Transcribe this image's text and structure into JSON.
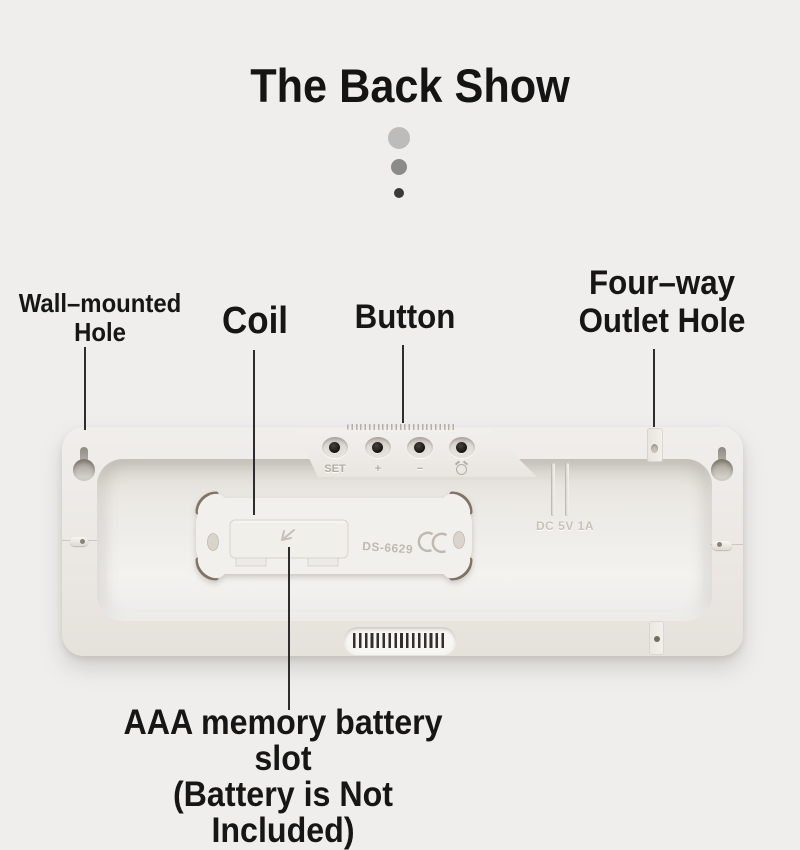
{
  "title": "The Back Show",
  "divider_dots": {
    "colors": [
      "#bcbcbc",
      "#8b8b8b",
      "#3a3a3a"
    ]
  },
  "callouts": {
    "wall_mounted_hole": {
      "line1": "Wall–mounted",
      "line2": "Hole"
    },
    "coil": {
      "label": "Coil"
    },
    "button": {
      "label": "Button"
    },
    "four_way_outlet_hole": {
      "line1": "Four–way",
      "line2": "Outlet Hole"
    },
    "battery_slot": {
      "line1": "AAA memory battery slot",
      "line2": "(Battery is Not Included)"
    }
  },
  "device": {
    "button_labels": {
      "set": "SET",
      "plus": "+",
      "minus": "−"
    },
    "engraved": {
      "model": "DS-6629",
      "ce": "CE",
      "power": "DC 5V 1A"
    },
    "icons": {
      "alarm_button": "alarm-clock-icon",
      "ce_mark": "ce-certification-icon",
      "battery_door_arrow": "open-arrow-icon",
      "wall_mount_holes": "keyhole-icon",
      "speaker": "vent-slats-icon"
    }
  },
  "colors": {
    "background": "#efeeed",
    "panel_body": "#ebe8e4",
    "recess_floor": "#f0efec",
    "leader_line": "#2d2d2d",
    "label_text": "#161616",
    "corner_gap": "#6f6150",
    "vent_slat": "#33302b",
    "engraving": "#bfbab0"
  }
}
